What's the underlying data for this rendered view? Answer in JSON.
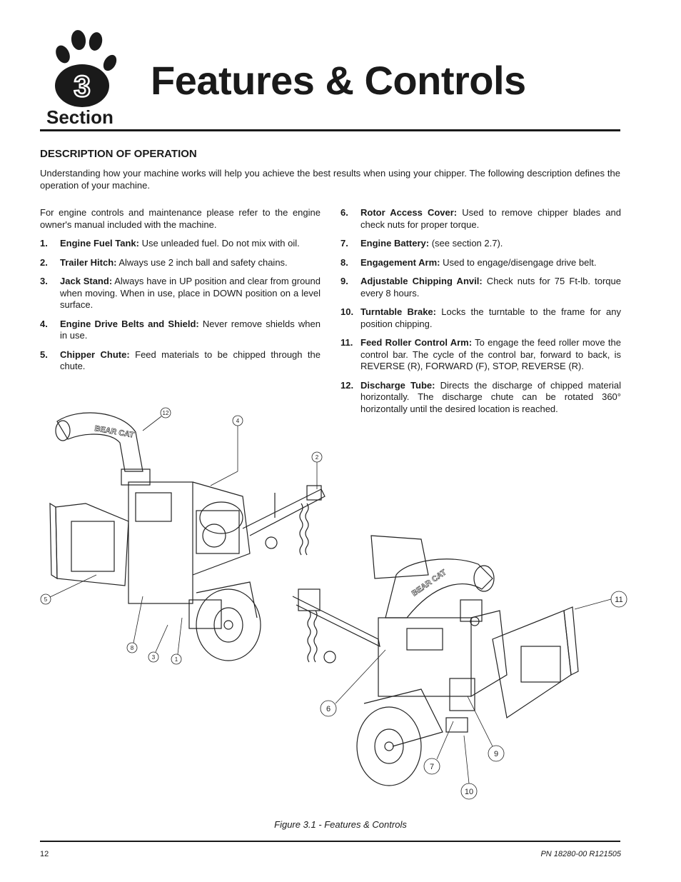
{
  "header": {
    "section_number": "3",
    "section_word": "Section",
    "title": "Features & Controls"
  },
  "description": {
    "heading": "DESCRIPTION OF OPERATION",
    "intro": "Understanding how your machine works will help you achieve the best results when using your chipper.  The following description defines the operation of your machine.",
    "engine_note": "For engine controls and maintenance please refer to the engine owner's manual included with the machine."
  },
  "items": [
    {
      "num": "1.",
      "label": "Engine Fuel Tank:",
      "text": " Use unleaded fuel. Do not mix with oil."
    },
    {
      "num": "2.",
      "label": "Trailer Hitch:",
      "text": " Always use 2 inch ball and safety chains."
    },
    {
      "num": "3.",
      "label": "Jack Stand:",
      "text": " Always have in UP position and clear from ground when moving. When in use, place in DOWN position on a level surface."
    },
    {
      "num": "4.",
      "label": "Engine Drive Belts and Shield:",
      "text": " Never remove shields when in use."
    },
    {
      "num": "5.",
      "label": "Chipper Chute:",
      "text": " Feed materials to be chipped through the chute."
    },
    {
      "num": "6.",
      "label": "Rotor Access Cover:",
      "text": " Used to remove chipper blades and check nuts for proper torque."
    },
    {
      "num": "7.",
      "label": "Engine Battery:",
      "text": " (see section 2.7)."
    },
    {
      "num": "8.",
      "label": "Engagement Arm:",
      "text": " Used to engage/disengage drive belt."
    },
    {
      "num": "9.",
      "label": "Adjustable Chipping Anvil:",
      "text": " Check nuts for 75 Ft-lb. torque every 8 hours."
    },
    {
      "num": "10.",
      "label": "Turntable Brake:",
      "text": "  Locks the turntable to the frame for any position chipping."
    },
    {
      "num": "11.",
      "label": "Feed Roller Control Arm:",
      "text": " To engage the feed roller move the control bar. The cycle of the control bar, forward to back, is REVERSE (R), FORWARD (F), STOP, REVERSE (R)."
    },
    {
      "num": "12.",
      "label": "Discharge Tube:",
      "text": " Directs the discharge of chipped material horizontally. The discharge chute can be rotated 360° horizontally until the desired location is reached."
    }
  ],
  "figure": {
    "caption": "Figure 3.1 - Features & Controls",
    "callouts": [
      "12",
      "4",
      "2",
      "5",
      "8",
      "3",
      "1",
      "11",
      "6",
      "9",
      "7",
      "10"
    ],
    "brand_text": "BEAR CAT"
  },
  "footer": {
    "page_number": "12",
    "part_number": "PN 18280-00   R121505"
  }
}
